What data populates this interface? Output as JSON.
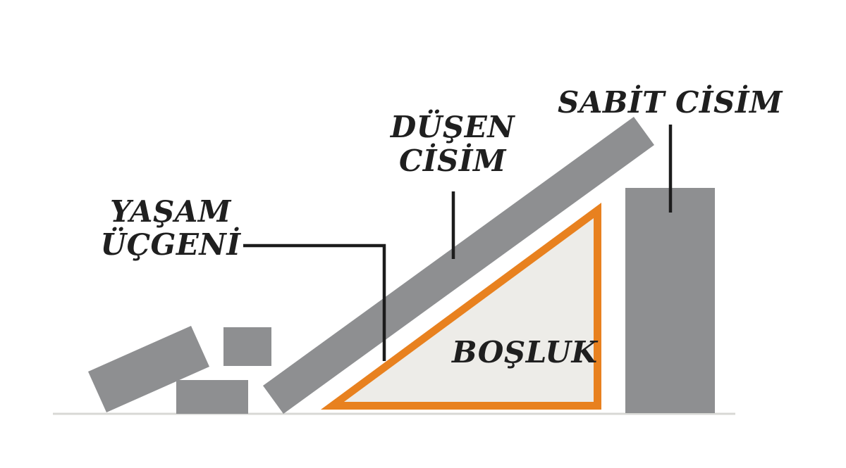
{
  "diagram": {
    "subject": "yasam-ucgeni-earthquake-triangle-of-life",
    "labels": {
      "life_triangle_line1": "YAŞAM",
      "life_triangle_line2": "ÜÇGENİ",
      "falling_object_line1": "DÜŞEN",
      "falling_object_line2": "CİSİM",
      "fixed_object": "SABİT CİSİM",
      "void": "BOŞLUK"
    },
    "colors": {
      "shape_gray": "#8e8f91",
      "triangle_border": "#e8811f",
      "triangle_fill": "#edece8",
      "connector": "#1c1c1c",
      "ground_line": "#d8d8d5",
      "text": "#1f1f1f",
      "background": "#ffffff"
    }
  }
}
